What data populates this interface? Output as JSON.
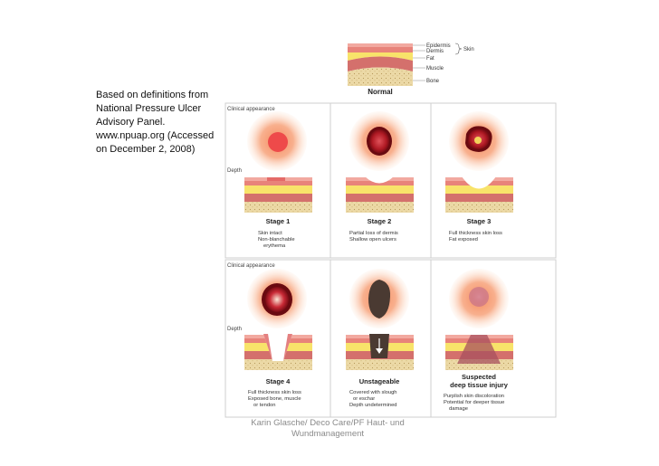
{
  "source_note": "Based on definitions from National Pressure Ulcer Advisory Panel. www.npuap.org (Accessed on December 2, 2008)",
  "legend": {
    "epidermis": "Epidermis",
    "dermis": "Dermis",
    "fat": "Fat",
    "muscle": "Muscle",
    "bone": "Bone",
    "skin": "Skin"
  },
  "normal_label": "Normal",
  "clinical_appearance": "Clinical appearance",
  "depth": "Depth",
  "stages": [
    {
      "title": "Stage 1",
      "desc": [
        "Skin intact",
        "Non-blanchable",
        "erythema"
      ]
    },
    {
      "title": "Stage 2",
      "desc": [
        "Partial loss of dermis",
        "Shallow open ulcers"
      ]
    },
    {
      "title": "Stage 3",
      "desc": [
        "Full thickness skin loss",
        "Fat exposed"
      ]
    },
    {
      "title": "Stage 4",
      "desc": [
        "Full thickness skin loss",
        "Exposed bone, muscle",
        "or tendon"
      ]
    },
    {
      "title": "Unstageable",
      "desc": [
        "Covered with slough",
        "or eschar",
        "Depth undetermined"
      ]
    },
    {
      "title": [
        "Suspected",
        "deep tissue injury"
      ],
      "desc": [
        "Purplish skin discoloration",
        "Potential for deeper tissue",
        "damage"
      ]
    }
  ],
  "footer": "Karin Glasche/ Deco Care/PF Haut- und Wundmanagement",
  "colors": {
    "epidermis": "#f2a9a0",
    "dermis": "#e8837a",
    "fat": "#f8e36a",
    "muscle": "#d4706c",
    "bone": "#ecd9a6",
    "halo": "#f7a27a",
    "wound": "#a8141e",
    "eschar": "#4a3a32"
  }
}
